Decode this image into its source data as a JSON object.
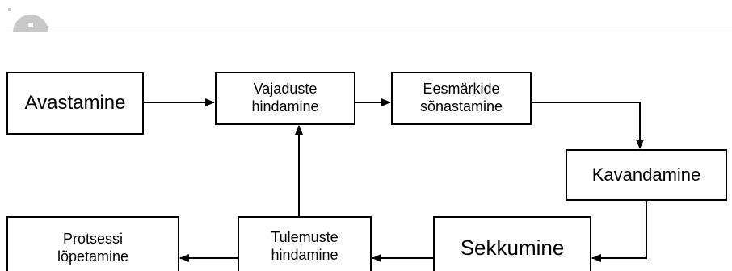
{
  "steps": {
    "avastamine": "Avastamine",
    "vajaduste_hindamine": "Vajaduste\nhindamine",
    "eesmarkide_sonastamine": "Eesmärkide\nsõnastamine",
    "kavandamine": "Kavandamine",
    "sekkumine": "Sekkumine",
    "tulemuste_hindamine": "Tulemuste\nhindamine",
    "protsessi_lopetamine": "Protsessi\nlõpetamine"
  },
  "colors": {
    "line": "#000000",
    "rule": "#b0b0b0",
    "logo": "#c8c8c8"
  }
}
